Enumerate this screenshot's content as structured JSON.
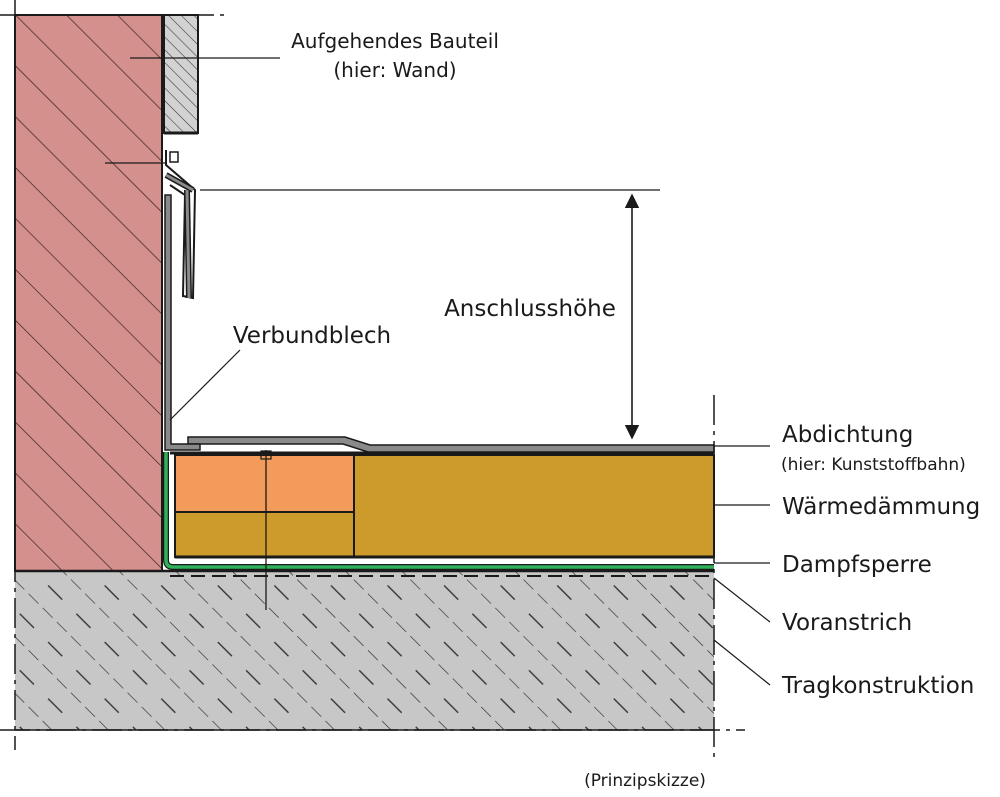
{
  "diagram": {
    "labels": {
      "aufgehendes_line1": "Aufgehendes Bauteil",
      "aufgehendes_line2": "(hier: Wand)",
      "anschlusshoehe": "Anschlusshöhe",
      "verbundblech": "Verbundblech",
      "abdichtung_line1": "Abdichtung",
      "abdichtung_line2": "(hier: Kunststoffbahn)",
      "waermedaemmung": "Wärmedämmung",
      "dampfsperre": "Dampfsperre",
      "voranstrich": "Voranstrich",
      "tragkonstruktion": "Tragkonstruktion",
      "prinzipskizze": "(Prinzipskizze)"
    },
    "colors": {
      "wall": "#d4908d",
      "concrete": "#c7c7c7",
      "insulation": "#cc9b2c",
      "insulation_orange": "#f39b5b",
      "vapor_barrier": "#2fb05a",
      "membrane": "#8a8a8a",
      "ink": "#1a1a1a"
    }
  }
}
